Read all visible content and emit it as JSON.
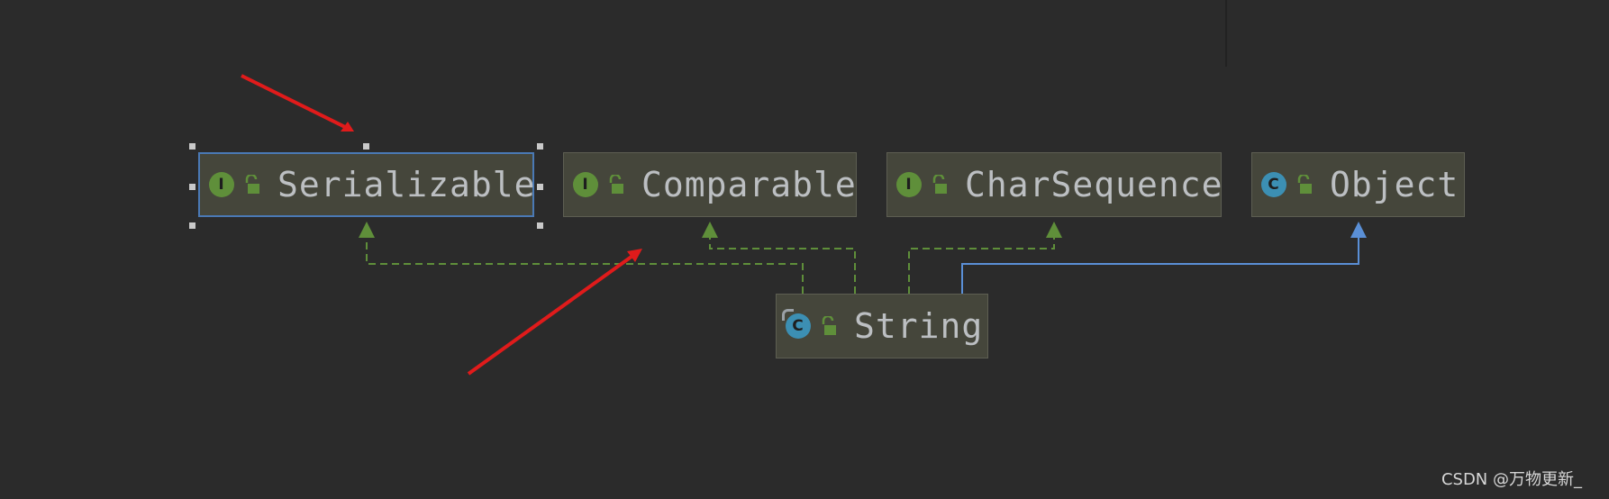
{
  "diagram": {
    "nodes": [
      {
        "id": "serializable",
        "kind": "I",
        "label": "Serializable"
      },
      {
        "id": "comparable",
        "kind": "I",
        "label": "Comparable"
      },
      {
        "id": "charsequence",
        "kind": "I",
        "label": "CharSequence"
      },
      {
        "id": "object",
        "kind": "C",
        "label": "Object"
      },
      {
        "id": "string",
        "kind": "C",
        "label": "String"
      }
    ],
    "edges": [
      {
        "from": "string",
        "to": "serializable",
        "type": "implements"
      },
      {
        "from": "string",
        "to": "comparable",
        "type": "implements"
      },
      {
        "from": "string",
        "to": "charsequence",
        "type": "implements"
      },
      {
        "from": "string",
        "to": "object",
        "type": "extends"
      }
    ],
    "selected": "serializable"
  },
  "colors": {
    "background": "#2b2b2b",
    "node_fill": "#45463b",
    "interface_badge": "#5f8f3a",
    "class_badge": "#3c8fb3",
    "implements_edge": "#5f8f3a",
    "extends_edge": "#5a8fd6",
    "selection_border": "#4a79b5",
    "annotation_arrow": "#e01b1b"
  },
  "watermark": "CSDN @万物更新_"
}
